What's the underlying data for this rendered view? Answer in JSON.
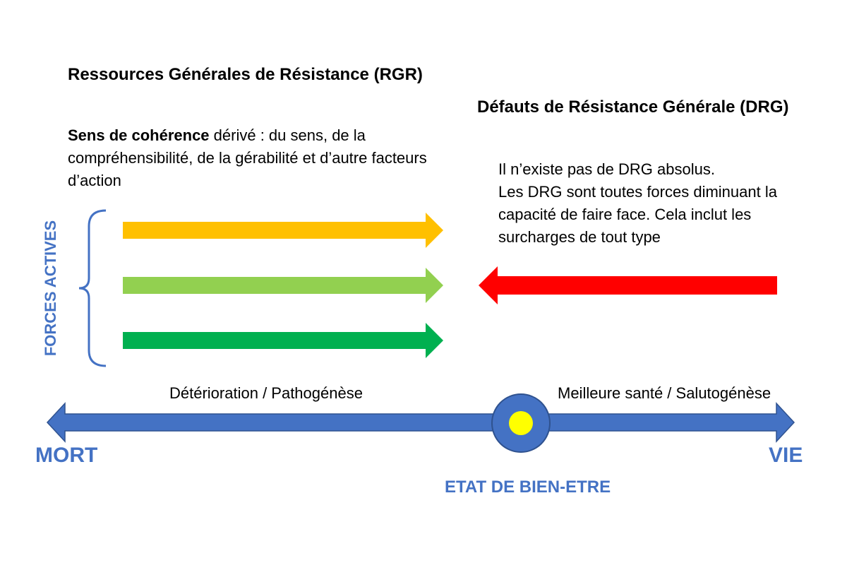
{
  "rgr_title": "Ressources Générales de Résistance (RGR)",
  "drg_title": "Défauts de Résistance Générale (DRG)",
  "rgr_text": {
    "bold": "Sens de cohérence",
    "rest": " dérivé : du sens, de la compréhensibilité, de la gérabilité et d’autre facteurs d’action"
  },
  "drg_text": {
    "line1": "Il n’existe pas de DRG absolus.",
    "line2": "Les DRG sont toutes forces diminuant la capacité de faire face. Cela inclut les surcharges de tout type"
  },
  "forces_label": "FORCES ACTIVES",
  "axis": {
    "left_label": "Détérioration / Pathogénèse",
    "right_label": "Meilleure santé / Salutogénèse",
    "left_end": "MORT",
    "right_end": "VIE",
    "center_label": "ETAT DE BIEN-ETRE"
  },
  "colors": {
    "arrow_orange": "#FFC000",
    "arrow_light_green": "#92D050",
    "arrow_green": "#00B050",
    "arrow_red": "#FF0000",
    "axis_blue": "#4472C4",
    "axis_border": "#2F528F",
    "center_dot": "#FFFF00",
    "label_blue": "#4472C4"
  }
}
